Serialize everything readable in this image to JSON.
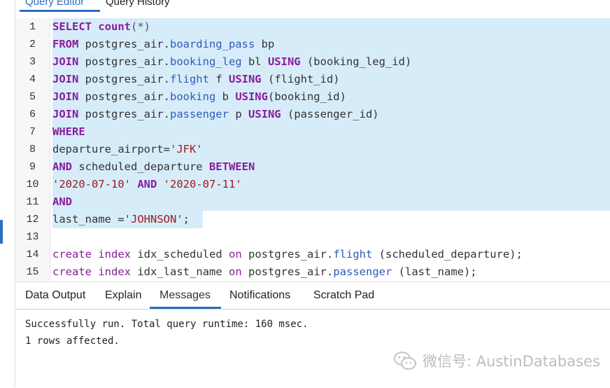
{
  "top_tabs": {
    "editor_label": "Query Editor",
    "history_label": "Query History"
  },
  "editor": {
    "lines": [
      {
        "num": "1",
        "selected": true,
        "tokens": [
          {
            "t": "SELECT",
            "c": "kw"
          },
          {
            "t": " ",
            "c": "plain"
          },
          {
            "t": "count",
            "c": "kw"
          },
          {
            "t": "(*)",
            "c": "punct"
          }
        ]
      },
      {
        "num": "2",
        "selected": true,
        "tokens": [
          {
            "t": "FROM",
            "c": "kw"
          },
          {
            "t": " postgres_air.",
            "c": "plain"
          },
          {
            "t": "boarding_pass",
            "c": "prop"
          },
          {
            "t": " bp",
            "c": "plain"
          }
        ]
      },
      {
        "num": "3",
        "selected": true,
        "tokens": [
          {
            "t": "JOIN",
            "c": "kw"
          },
          {
            "t": " postgres_air.",
            "c": "plain"
          },
          {
            "t": "booking_leg",
            "c": "prop"
          },
          {
            "t": " bl ",
            "c": "plain"
          },
          {
            "t": "USING",
            "c": "kw"
          },
          {
            "t": " (booking_leg_id)",
            "c": "plain"
          }
        ]
      },
      {
        "num": "4",
        "selected": true,
        "tokens": [
          {
            "t": "JOIN",
            "c": "kw"
          },
          {
            "t": " postgres_air.",
            "c": "plain"
          },
          {
            "t": "flight",
            "c": "prop"
          },
          {
            "t": " f ",
            "c": "plain"
          },
          {
            "t": "USING",
            "c": "kw"
          },
          {
            "t": " (flight_id)",
            "c": "plain"
          }
        ]
      },
      {
        "num": "5",
        "selected": true,
        "tokens": [
          {
            "t": "JOIN",
            "c": "kw"
          },
          {
            "t": " postgres_air.",
            "c": "plain"
          },
          {
            "t": "booking",
            "c": "prop"
          },
          {
            "t": " b ",
            "c": "plain"
          },
          {
            "t": "USING",
            "c": "kw"
          },
          {
            "t": "(booking_id)",
            "c": "plain"
          }
        ]
      },
      {
        "num": "6",
        "selected": true,
        "tokens": [
          {
            "t": "JOIN",
            "c": "kw"
          },
          {
            "t": " postgres_air.",
            "c": "plain"
          },
          {
            "t": "passenger",
            "c": "prop"
          },
          {
            "t": " p ",
            "c": "plain"
          },
          {
            "t": "USING",
            "c": "kw"
          },
          {
            "t": " (passenger_id)",
            "c": "plain"
          }
        ]
      },
      {
        "num": "7",
        "selected": true,
        "tokens": [
          {
            "t": "WHERE",
            "c": "kw"
          }
        ]
      },
      {
        "num": "8",
        "selected": true,
        "tokens": [
          {
            "t": "departure_airport=",
            "c": "plain"
          },
          {
            "t": "'JFK'",
            "c": "str"
          }
        ]
      },
      {
        "num": "9",
        "selected": true,
        "tokens": [
          {
            "t": "AND",
            "c": "kw"
          },
          {
            "t": " scheduled_departure ",
            "c": "plain"
          },
          {
            "t": "BETWEEN",
            "c": "kw"
          }
        ]
      },
      {
        "num": "10",
        "selected": true,
        "tokens": [
          {
            "t": "'2020-07-10'",
            "c": "str"
          },
          {
            "t": " ",
            "c": "plain"
          },
          {
            "t": "AND",
            "c": "kw"
          },
          {
            "t": " ",
            "c": "plain"
          },
          {
            "t": "'2020-07-11'",
            "c": "str"
          }
        ]
      },
      {
        "num": "11",
        "selected": true,
        "tokens": [
          {
            "t": "AND",
            "c": "kw"
          }
        ]
      },
      {
        "num": "12",
        "selected": "partial",
        "tokens": [
          {
            "t": "last_name =",
            "c": "plain"
          },
          {
            "t": "'JOHNSON'",
            "c": "str"
          },
          {
            "t": ";",
            "c": "plain"
          }
        ]
      },
      {
        "num": "13",
        "selected": false,
        "tokens": []
      },
      {
        "num": "14",
        "selected": false,
        "tokens": [
          {
            "t": "create",
            "c": "kwl"
          },
          {
            "t": " ",
            "c": "plain"
          },
          {
            "t": "index",
            "c": "kwl"
          },
          {
            "t": " idx_scheduled ",
            "c": "plain"
          },
          {
            "t": "on",
            "c": "kwl"
          },
          {
            "t": " postgres_air.",
            "c": "plain"
          },
          {
            "t": "flight",
            "c": "prop"
          },
          {
            "t": " (scheduled_departure);",
            "c": "plain"
          }
        ]
      },
      {
        "num": "15",
        "selected": false,
        "tokens": [
          {
            "t": "create",
            "c": "kwl"
          },
          {
            "t": " ",
            "c": "plain"
          },
          {
            "t": "index",
            "c": "kwl"
          },
          {
            "t": " idx_last_name ",
            "c": "plain"
          },
          {
            "t": "on",
            "c": "kwl"
          },
          {
            "t": " postgres_air.",
            "c": "plain"
          },
          {
            "t": "passenger",
            "c": "prop"
          },
          {
            "t": " (last_name);",
            "c": "plain"
          }
        ]
      }
    ]
  },
  "bottom_tabs": {
    "data_output": "Data Output",
    "explain": "Explain",
    "messages": "Messages",
    "notifications": "Notifications",
    "scratch_pad": "Scratch Pad"
  },
  "messages": {
    "line1": "Successfully run. Total query runtime: 160 msec.",
    "line2": "1 rows affected."
  },
  "watermark": {
    "text": "微信号: AustinDatabases"
  },
  "colors": {
    "accent": "#2c6fbf",
    "selection": "#d7ecf9",
    "keyword": "#8a1c9a",
    "property": "#2e5cb8",
    "string": "#a01a1a"
  }
}
